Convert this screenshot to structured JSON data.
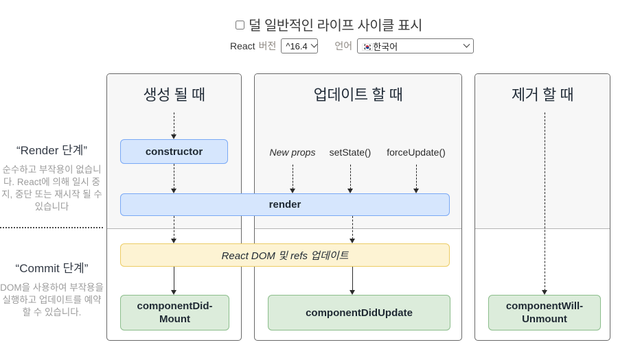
{
  "header": {
    "toggle_label": "덜 일반적인 라이프 사이클 표시",
    "react_label": "React",
    "version_label": "버전",
    "version_value": "^16.4",
    "language_label": "언어",
    "language_value": "🇰🇷한국어"
  },
  "sidebar": {
    "render_phase": {
      "title": "“Render 단계”",
      "description": "순수하고 부작용이 없습니다. React에 의해 일시 중지, 중단 또는 재시작 될 수 있습니다"
    },
    "commit_phase": {
      "title": "“Commit 단계”",
      "description": "DOM을 사용하여 부작용을 실행하고 업데이트를 예약 할 수 있습니다."
    }
  },
  "columns": [
    {
      "title": "생성 될 때"
    },
    {
      "title": "업데이트 할 때"
    },
    {
      "title": "제거 할 때"
    }
  ],
  "nodes": {
    "constructor": "constructor",
    "render": "render",
    "react_dom": "React DOM 및 refs 업데이트",
    "component_did_mount": "componentDid-\nMount",
    "component_did_update": "componentDidUpdate",
    "component_will_unmount": "componentWill-\nUnmount"
  },
  "triggers": {
    "new_props": "New props",
    "set_state": "setState()",
    "force_update": "forceUpdate()"
  },
  "colors": {
    "lifecycle_box_fill": "#d6e6fd",
    "lifecycle_box_border": "#79a8f5",
    "side_effect_box_fill": "#fdf3d3",
    "side_effect_box_border": "#eccc64",
    "commit_box_fill": "#dcecdb",
    "commit_box_border": "#8bbd8b",
    "render_phase_background": "#f7f7f7",
    "column_border": "#686868",
    "arrow": "#2b2b2b"
  }
}
